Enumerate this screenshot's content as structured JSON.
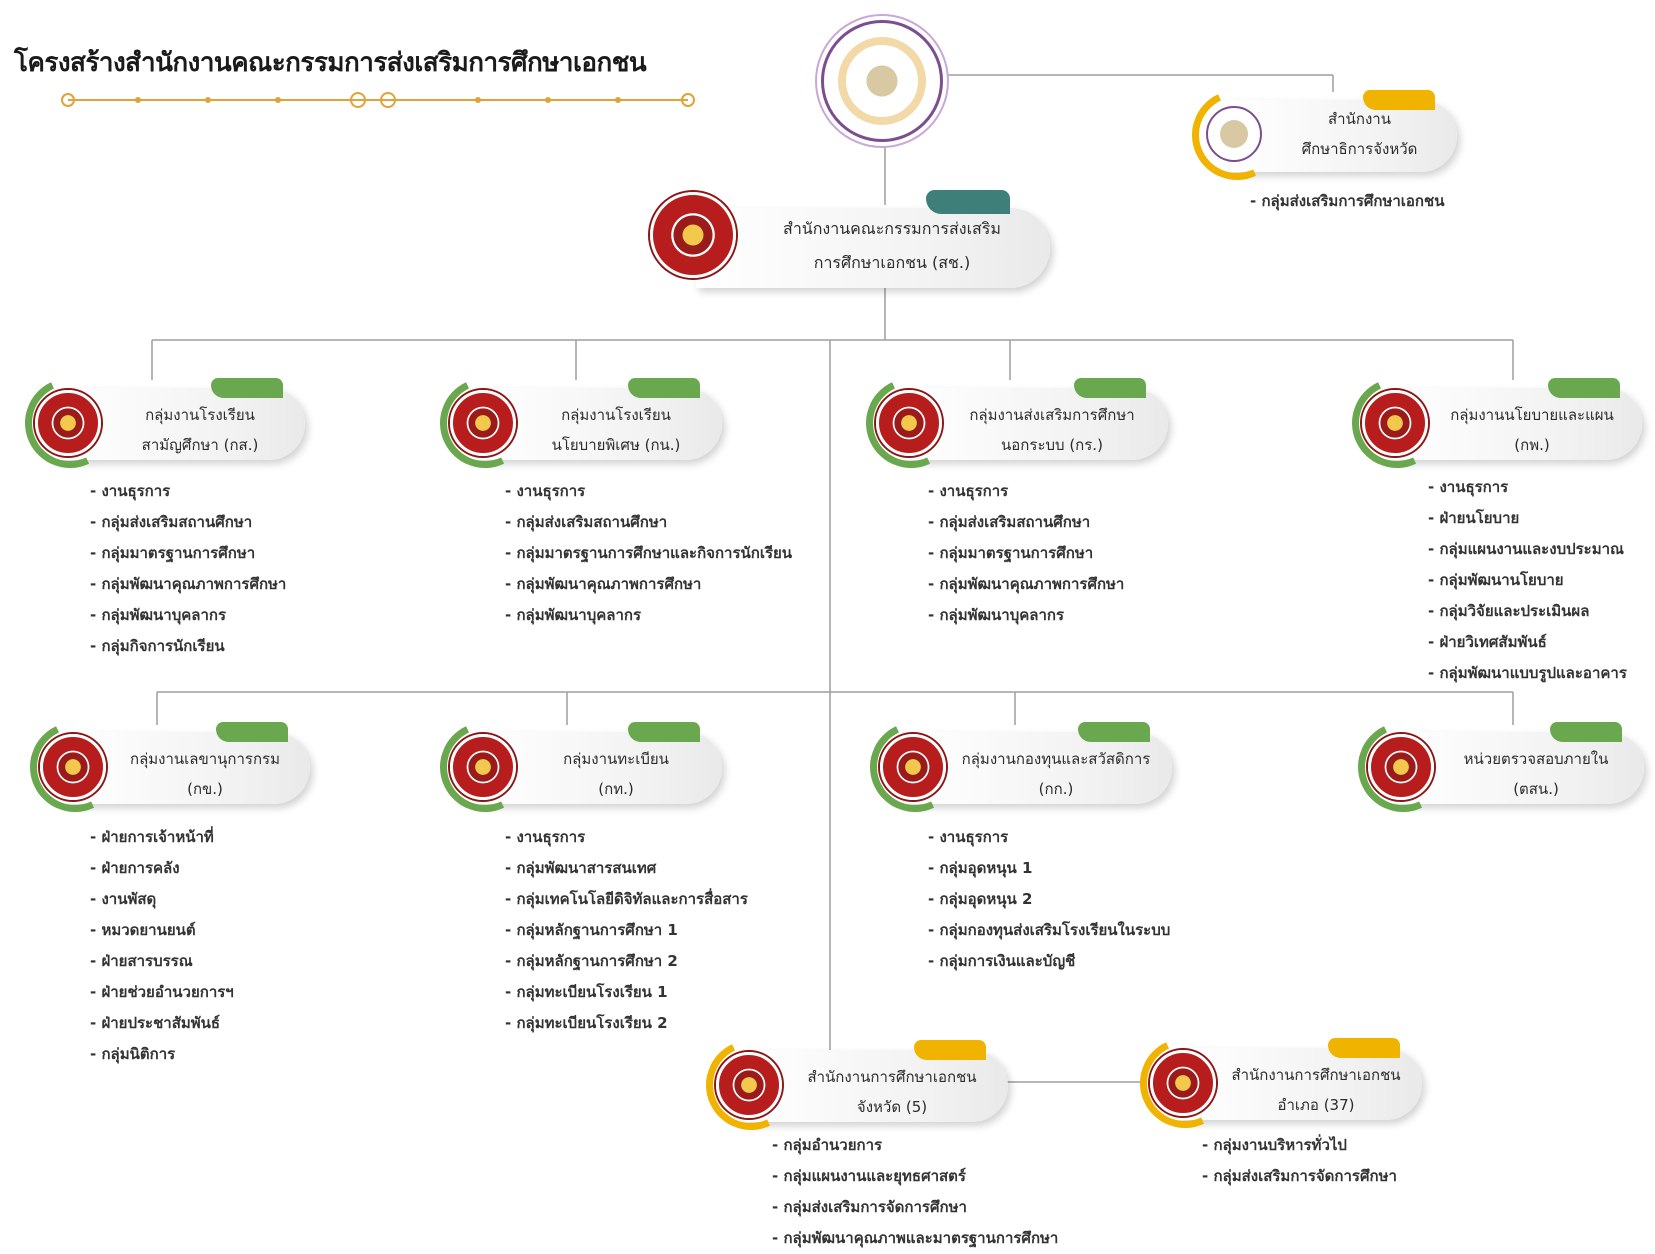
{
  "title": "โครงสร้างสำนักงานคณะกรรมการส่งเสริมการศึกษาเอกชน",
  "colors": {
    "green": "#6aa84f",
    "gold": "#f0b400",
    "teal": "#3f7f7a",
    "emblem_red": "#b81d1d",
    "line": "#9e9e9e"
  },
  "top_emblem": {
    "icon": "office-seal-icon"
  },
  "provincial_office": {
    "label_lines": [
      "สำนักงาน",
      "ศึกษาธิการจังหวัด"
    ],
    "items": [
      "กลุ่มส่งเสริมการศึกษาเอกชน"
    ]
  },
  "main_office": {
    "label_lines": [
      "สำนักงานคณะกรรมการส่งเสริม",
      "การศึกษาเอกชน (สช.)"
    ]
  },
  "row1": [
    {
      "label_lines": [
        "กลุ่มงานโรงเรียน",
        "สามัญศึกษา (กส.)"
      ],
      "items": [
        "งานธุรการ",
        "กลุ่มส่งเสริมสถานศึกษา",
        "กลุ่มมาตรฐานการศึกษา",
        "กลุ่มพัฒนาคุณภาพการศึกษา",
        "กลุ่มพัฒนาบุคลากร",
        "กลุ่มกิจการนักเรียน"
      ]
    },
    {
      "label_lines": [
        "กลุ่มงานโรงเรียน",
        "นโยบายพิเศษ (กน.)"
      ],
      "items": [
        "งานธุรการ",
        "กลุ่มส่งเสริมสถานศึกษา",
        "กลุ่มมาตรฐานการศึกษาและกิจการนักเรียน",
        "กลุ่มพัฒนาคุณภาพการศึกษา",
        "กลุ่มพัฒนาบุคลากร"
      ]
    },
    {
      "label_lines": [
        "กลุ่มงานส่งเสริมการศึกษา",
        "นอกระบบ (กร.)"
      ],
      "items": [
        "งานธุรการ",
        "กลุ่มส่งเสริมสถานศึกษา",
        "กลุ่มมาตรฐานการศึกษา",
        "กลุ่มพัฒนาคุณภาพการศึกษา",
        "กลุ่มพัฒนาบุคลากร"
      ]
    },
    {
      "label_lines": [
        "กลุ่มงานนโยบายและแผน",
        "(กพ.)"
      ],
      "items": [
        "งานธุรการ",
        "ฝ่ายนโยบาย",
        "กลุ่มแผนงานและงบประมาณ",
        "กลุ่มพัฒนานโยบาย",
        "กลุ่มวิจัยและประเมินผล",
        "ฝ่ายวิเทศสัมพันธ์",
        "กลุ่มพัฒนาแบบรูปและอาคาร"
      ]
    }
  ],
  "row2": [
    {
      "label_lines": [
        "กลุ่มงานเลขานุการกรม",
        "(กข.)"
      ],
      "items": [
        "ฝ่ายการเจ้าหน้าที่",
        "ฝ่ายการคลัง",
        "งานพัสดุ",
        "หมวดยานยนต์",
        "ฝ่ายสารบรรณ",
        "ฝ่ายช่วยอำนวยการฯ",
        "ฝ่ายประชาสัมพันธ์",
        "กลุ่มนิติการ"
      ]
    },
    {
      "label_lines": [
        "กลุ่มงานทะเบียน",
        "(กท.)"
      ],
      "items": [
        "งานธุรการ",
        "กลุ่มพัฒนาสารสนเทศ",
        "กลุ่มเทคโนโลยีดิจิทัลและการสื่อสาร",
        "กลุ่มหลักฐานการศึกษา 1",
        "กลุ่มหลักฐานการศึกษา 2",
        "กลุ่มทะเบียนโรงเรียน 1",
        "กลุ่มทะเบียนโรงเรียน 2"
      ]
    },
    {
      "label_lines": [
        "กลุ่มงานกองทุนและสวัสดิการ",
        "(กก.)"
      ],
      "items": [
        "งานธุรการ",
        "กลุ่มอุดหนุน 1",
        "กลุ่มอุดหนุน 2",
        "กลุ่มกองทุนส่งเสริมโรงเรียนในระบบ",
        "กลุ่มการเงินและบัญชี"
      ]
    },
    {
      "label_lines": [
        "หน่วยตรวจสอบภายใน",
        "(ตสน.)"
      ],
      "items": []
    }
  ],
  "row3": [
    {
      "label_lines": [
        "สำนักงานการศึกษาเอกชน",
        "จังหวัด (5)"
      ],
      "items": [
        "กลุ่มอำนวยการ",
        "กลุ่มแผนงานและยุทธศาสตร์",
        "กลุ่มส่งเสริมการจัดการศึกษา",
        "กลุ่มพัฒนาคุณภาพและมาตรฐานการศึกษา"
      ]
    },
    {
      "label_lines": [
        "สำนักงานการศึกษาเอกชน",
        "อำเภอ (37)"
      ],
      "items": [
        "กลุ่มงานบริหารทั่วไป",
        "กลุ่มส่งเสริมการจัดการศึกษา"
      ]
    }
  ]
}
